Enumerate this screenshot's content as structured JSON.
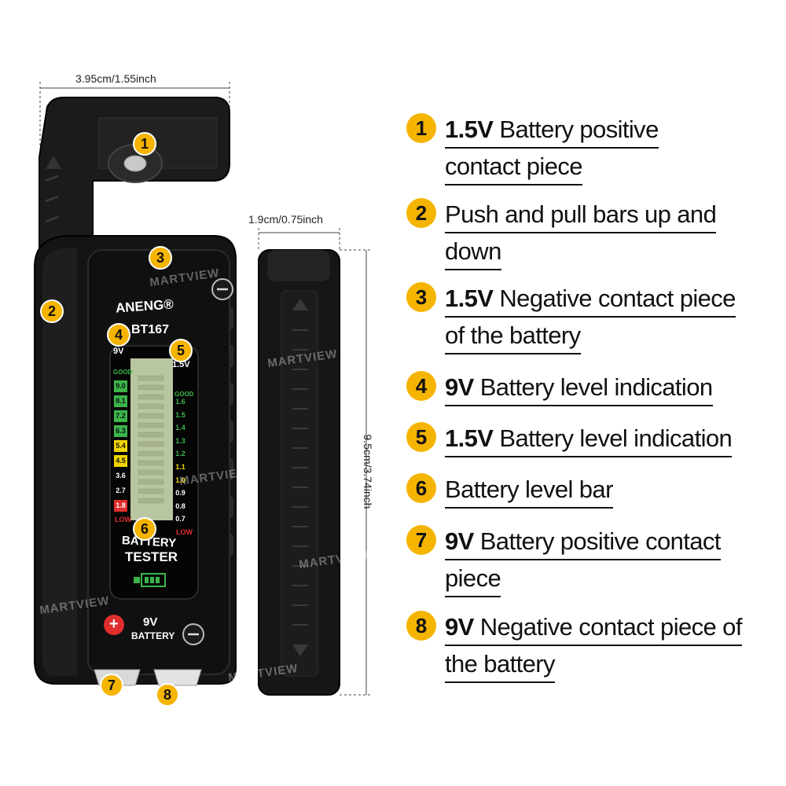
{
  "dimensions": {
    "width": "3.95cm/1.55inch",
    "depth": "1.9cm/0.75inch",
    "height": "9.5cm/3.74inch"
  },
  "device": {
    "brand": "ANENG®",
    "model": "BT167",
    "scale_9v_header": "9V",
    "scale_15v_header": "1.5V",
    "good_label": "GOOD",
    "low_label": "LOW",
    "scale_9v": [
      "9.0",
      "8.1",
      "7.2",
      "6.3",
      "5.4",
      "4.5",
      "3.6",
      "2.7",
      "1.8"
    ],
    "scale_15v": [
      "1.6",
      "1.5",
      "1.4",
      "1.3",
      "1.2",
      "1.1",
      "1.0",
      "0.9",
      "0.8",
      "0.7"
    ],
    "tester_line1": "BATTERY",
    "tester_line2": "TESTER",
    "plus_symbol": "+",
    "minus_symbol": "−",
    "battery_9v_label1": "9V",
    "battery_9v_label2": "BATTERY"
  },
  "watermark": "MARTVIEW",
  "colors": {
    "accent": "#f5b400",
    "good": "#3bb54a",
    "mid": "#f2d500",
    "low": "#e22d2d",
    "lcd": "#b9c6a2",
    "body": "#151515"
  },
  "legend": [
    {
      "number": "1",
      "lines": [
        {
          "bold": "1.5V",
          "text": " Battery positive"
        },
        {
          "bold": "",
          "text": "contact piece"
        }
      ]
    },
    {
      "number": "2",
      "lines": [
        {
          "bold": "",
          "text": "Push and pull bars up and"
        },
        {
          "bold": "",
          "text": "down"
        }
      ]
    },
    {
      "number": "3",
      "lines": [
        {
          "bold": "1.5V",
          "text": " Negative contact piece"
        },
        {
          "bold": "",
          "text": "of the battery"
        }
      ]
    },
    {
      "number": "4",
      "lines": [
        {
          "bold": "9V",
          "text": " Battery level indication"
        }
      ]
    },
    {
      "number": "5",
      "lines": [
        {
          "bold": "1.5V",
          "text": " Battery level indication"
        }
      ]
    },
    {
      "number": "6",
      "lines": [
        {
          "bold": "",
          "text": "Battery level bar"
        }
      ]
    },
    {
      "number": "7",
      "lines": [
        {
          "bold": "9V",
          "text": " Battery positive contact"
        },
        {
          "bold": "",
          "text": "piece"
        }
      ]
    },
    {
      "number": "8",
      "lines": [
        {
          "bold": "9V",
          "text": " Negative contact piece of"
        },
        {
          "bold": "",
          "text": "the battery"
        }
      ]
    }
  ]
}
